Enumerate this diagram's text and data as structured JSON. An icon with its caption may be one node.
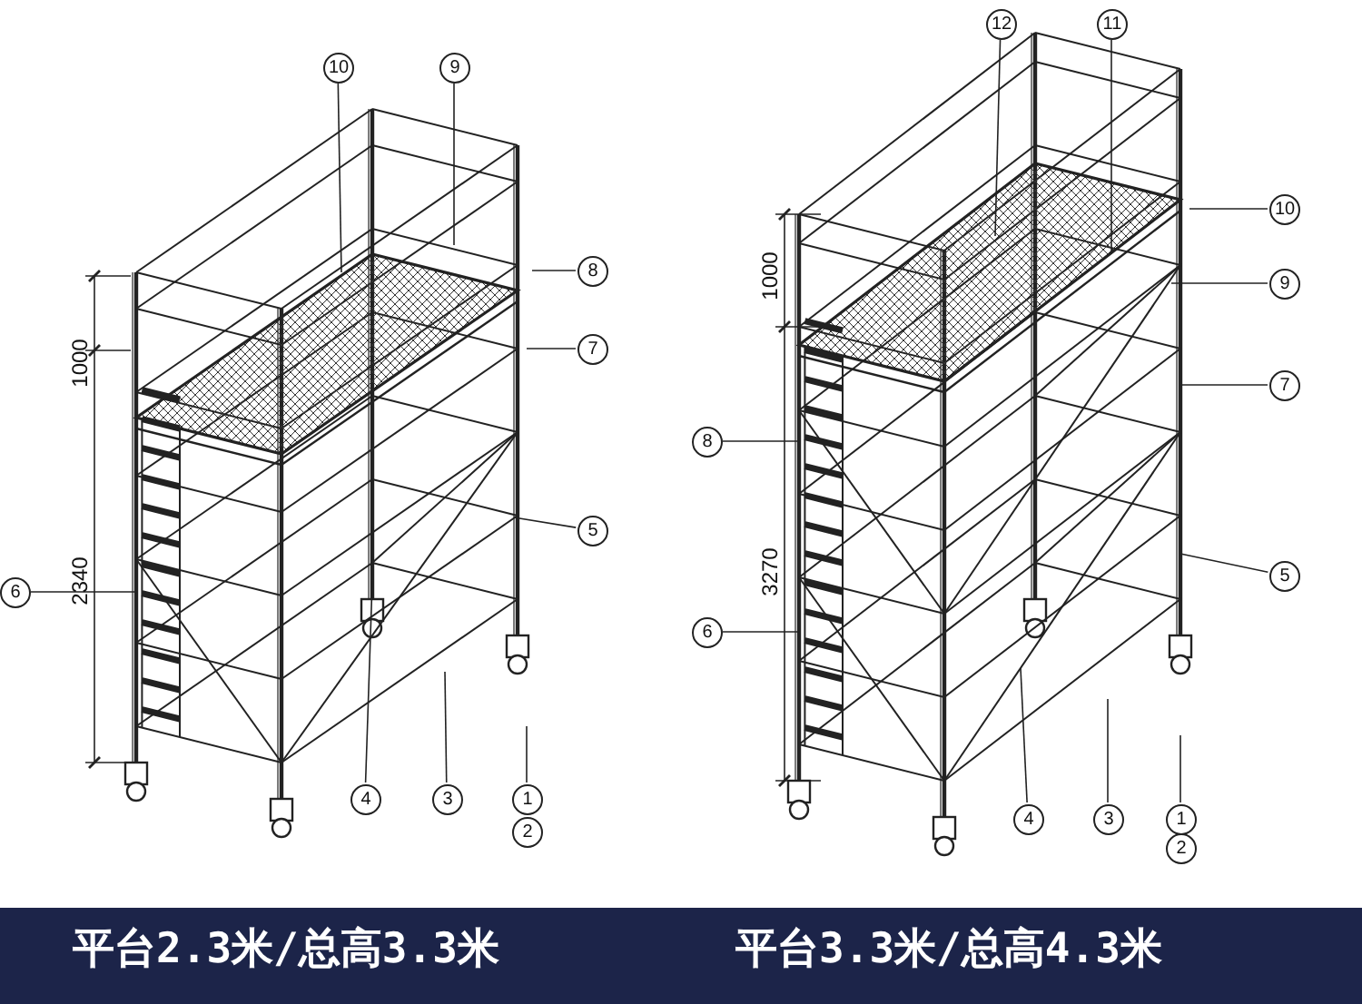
{
  "diagram": {
    "nodes": [
      {
        "text": [
          "10"
        ]
      },
      {
        "text": [
          "9"
        ]
      },
      {
        "text": [
          "8"
        ]
      },
      {
        "text": [
          "7"
        ]
      },
      {
        "text": [
          "5"
        ]
      },
      {
        "text": [
          "6"
        ]
      },
      {
        "text": [
          "4"
        ]
      },
      {
        "text": [
          "3"
        ]
      },
      {
        "text": [
          "1"
        ]
      },
      {
        "text": [
          "2"
        ]
      },
      {
        "text": [
          "12"
        ]
      },
      {
        "text": [
          "11"
        ]
      },
      {
        "text": [
          "10"
        ]
      },
      {
        "text": [
          "9"
        ]
      },
      {
        "text": [
          "7"
        ]
      },
      {
        "text": [
          "8"
        ]
      },
      {
        "text": [
          "5"
        ]
      },
      {
        "text": [
          "6"
        ]
      },
      {
        "text": [
          "4"
        ]
      },
      {
        "text": [
          "3"
        ]
      },
      {
        "text": [
          "1"
        ]
      },
      {
        "text": [
          "2"
        ]
      }
    ],
    "edges": [
      {
        "from": 0,
        "to": null,
        "arrow": "none"
      },
      {
        "from": 1,
        "to": null,
        "arrow": "none"
      },
      {
        "from": 2,
        "to": null,
        "arrow": "none"
      },
      {
        "from": 3,
        "to": null,
        "arrow": "none"
      },
      {
        "from": 4,
        "to": null,
        "arrow": "none"
      },
      {
        "from": 5,
        "to": null,
        "arrow": "none"
      },
      {
        "from": 6,
        "to": null,
        "arrow": "none"
      },
      {
        "from": 7,
        "to": null,
        "arrow": "none"
      },
      {
        "from": 8,
        "to": null,
        "arrow": "none"
      },
      {
        "from": 10,
        "to": null,
        "arrow": "none"
      },
      {
        "from": 11,
        "to": null,
        "arrow": "none"
      },
      {
        "from": 12,
        "to": null,
        "arrow": "none"
      },
      {
        "from": 13,
        "to": null,
        "arrow": "none"
      },
      {
        "from": 14,
        "to": null,
        "arrow": "none"
      },
      {
        "from": 15,
        "to": null,
        "arrow": "none"
      },
      {
        "from": 16,
        "to": null,
        "arrow": "none"
      },
      {
        "from": 17,
        "to": null,
        "arrow": "none"
      },
      {
        "from": 18,
        "to": null,
        "arrow": "none"
      },
      {
        "from": 19,
        "to": null,
        "arrow": "none"
      },
      {
        "from": 20,
        "to": null,
        "arrow": "none"
      }
    ],
    "labels": [
      "1000",
      "2340",
      "1000",
      "3270",
      "平台2.3米/总高3.3米",
      "平台3.3米/总高4.3米"
    ]
  }
}
